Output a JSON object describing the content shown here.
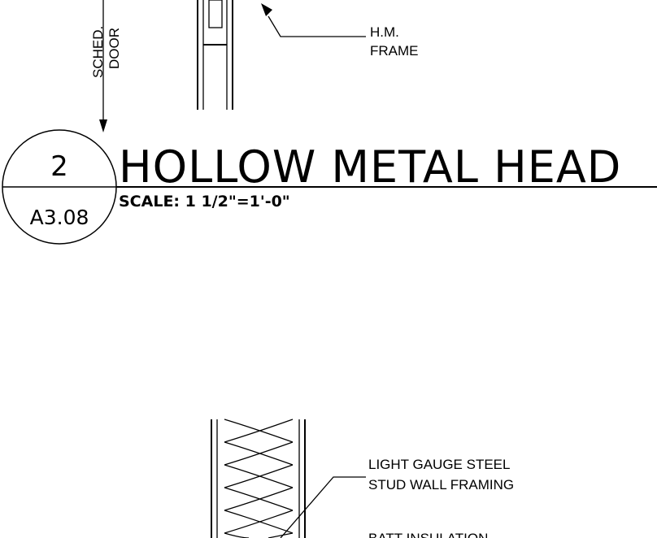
{
  "labels": {
    "sched_door_line1": "SCHED.",
    "sched_door_line2": "DOOR",
    "hm_frame_line1": "H.M.",
    "hm_frame_line2": "FRAME",
    "stud_line1": "LIGHT GAUGE STEEL",
    "stud_line2": "STUD WALL FRAMING",
    "batt": "BATT INSULATION"
  },
  "title_block": {
    "detail_number": "2",
    "sheet_number": "A3.08",
    "title": "HOLLOW METAL HEAD",
    "scale": "SCALE: 1 1/2\"=1'-0\""
  }
}
